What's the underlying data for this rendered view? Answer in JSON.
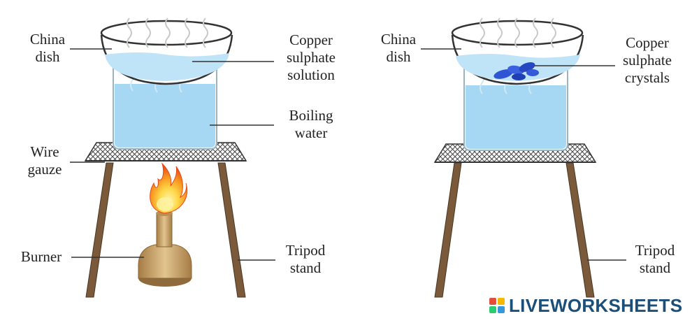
{
  "left_diagram": {
    "labels": {
      "china_dish": [
        "China",
        "dish"
      ],
      "copper_sulphate_solution": [
        "Copper",
        "sulphate",
        "solution"
      ],
      "boiling_water": [
        "Boiling",
        "water"
      ],
      "wire_gauze": [
        "Wire",
        "gauze"
      ],
      "burner": [
        "Burner"
      ],
      "tripod_stand": [
        "Tripod",
        "stand"
      ]
    }
  },
  "right_diagram": {
    "labels": {
      "china_dish": [
        "China",
        "dish"
      ],
      "copper_sulphate_crystals": [
        "Copper",
        "sulphate",
        "crystals"
      ],
      "tripod_stand": [
        "Tripod",
        "stand"
      ]
    }
  },
  "watermark": {
    "text": "LIVEWORKSHEETS"
  },
  "colors": {
    "water": "#a7d8f3",
    "solution": "#bfe3f7",
    "crystals": "#2f55d4",
    "tripod_leg": "#7a5a3a",
    "burner_brass": "#c9a26a",
    "gauze": "#555555",
    "flame_outer": "#f26b1d",
    "flame_inner": "#ffd84a"
  }
}
